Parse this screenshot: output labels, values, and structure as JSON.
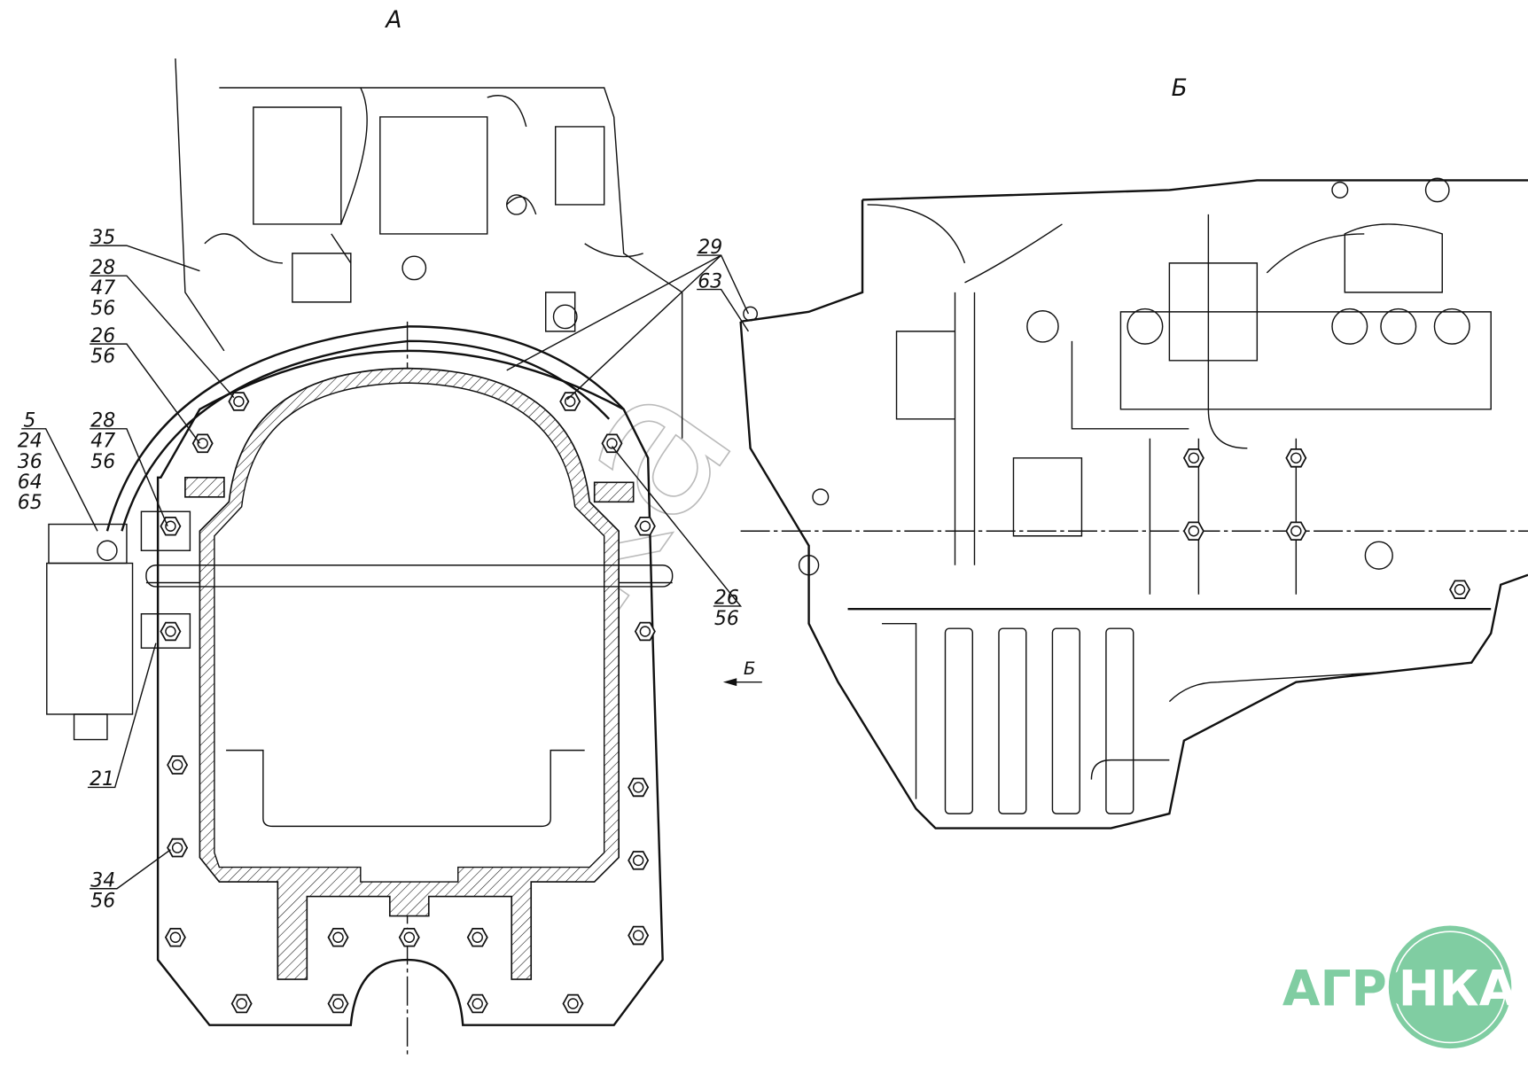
{
  "views": {
    "front_label": "А",
    "side_label": "Б",
    "arrow_label": "Б"
  },
  "callouts": {
    "c35": [
      "35"
    ],
    "c28a": [
      "28",
      "47",
      "56"
    ],
    "c26a": [
      "26",
      "56"
    ],
    "c5": [
      "5",
      "24",
      "36",
      "64",
      "65"
    ],
    "c28b": [
      "28",
      "47",
      "56"
    ],
    "c21": [
      "21"
    ],
    "c34": [
      "34",
      "56"
    ],
    "c29": [
      "29"
    ],
    "c63": [
      "63"
    ],
    "c26b": [
      "26",
      "56"
    ]
  },
  "watermark": "nika",
  "logo": {
    "text_left": "АГРО",
    "text_right": "НКА",
    "color": "#80cda2"
  }
}
